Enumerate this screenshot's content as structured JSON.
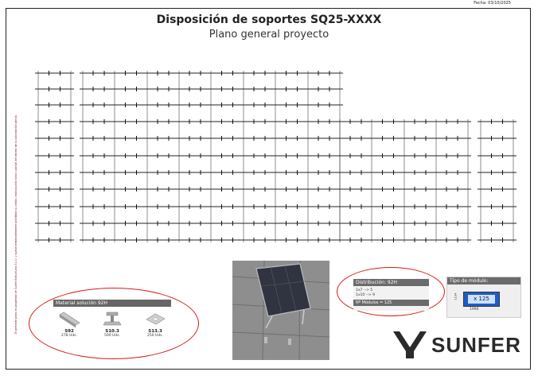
{
  "header": {
    "date": "Fecha: 03/10/2025",
    "title": "Disposición de soportes SQ25-XXXX",
    "subtitle": "Plano general proyecto"
  },
  "side_note": "El presente plano es propiedad de Sunfer Estructuras S.L.U. y queda terminantemente prohibida su cesión, reproducción total o parcial del mismo sin la autorización previa.",
  "material": {
    "title": "Material solución 92H",
    "items": [
      {
        "code": "S92",
        "qty": "278 Uds.",
        "icon": "rail-profile-icon"
      },
      {
        "code": "S10.3",
        "qty": "500 Uds.",
        "icon": "clamp-bracket-icon"
      },
      {
        "code": "S13.3",
        "qty": "250 Uds.",
        "icon": "plate-icon"
      }
    ]
  },
  "distribution": {
    "title": "Distribución: 92H",
    "lines": [
      "1x7 --> 5",
      "1x10 --> 9"
    ],
    "modules": "Nº Módulos = 125"
  },
  "module_type": {
    "title": "Tipo de módulo:",
    "count": "x 125",
    "width_dim": "1990",
    "height_dim": "1134"
  },
  "logo": {
    "text": "SUNFER"
  },
  "colors": {
    "accent_red": "#d81818",
    "panel_grey": "#6b6b6b",
    "module_blue": "#1e5cc8"
  }
}
